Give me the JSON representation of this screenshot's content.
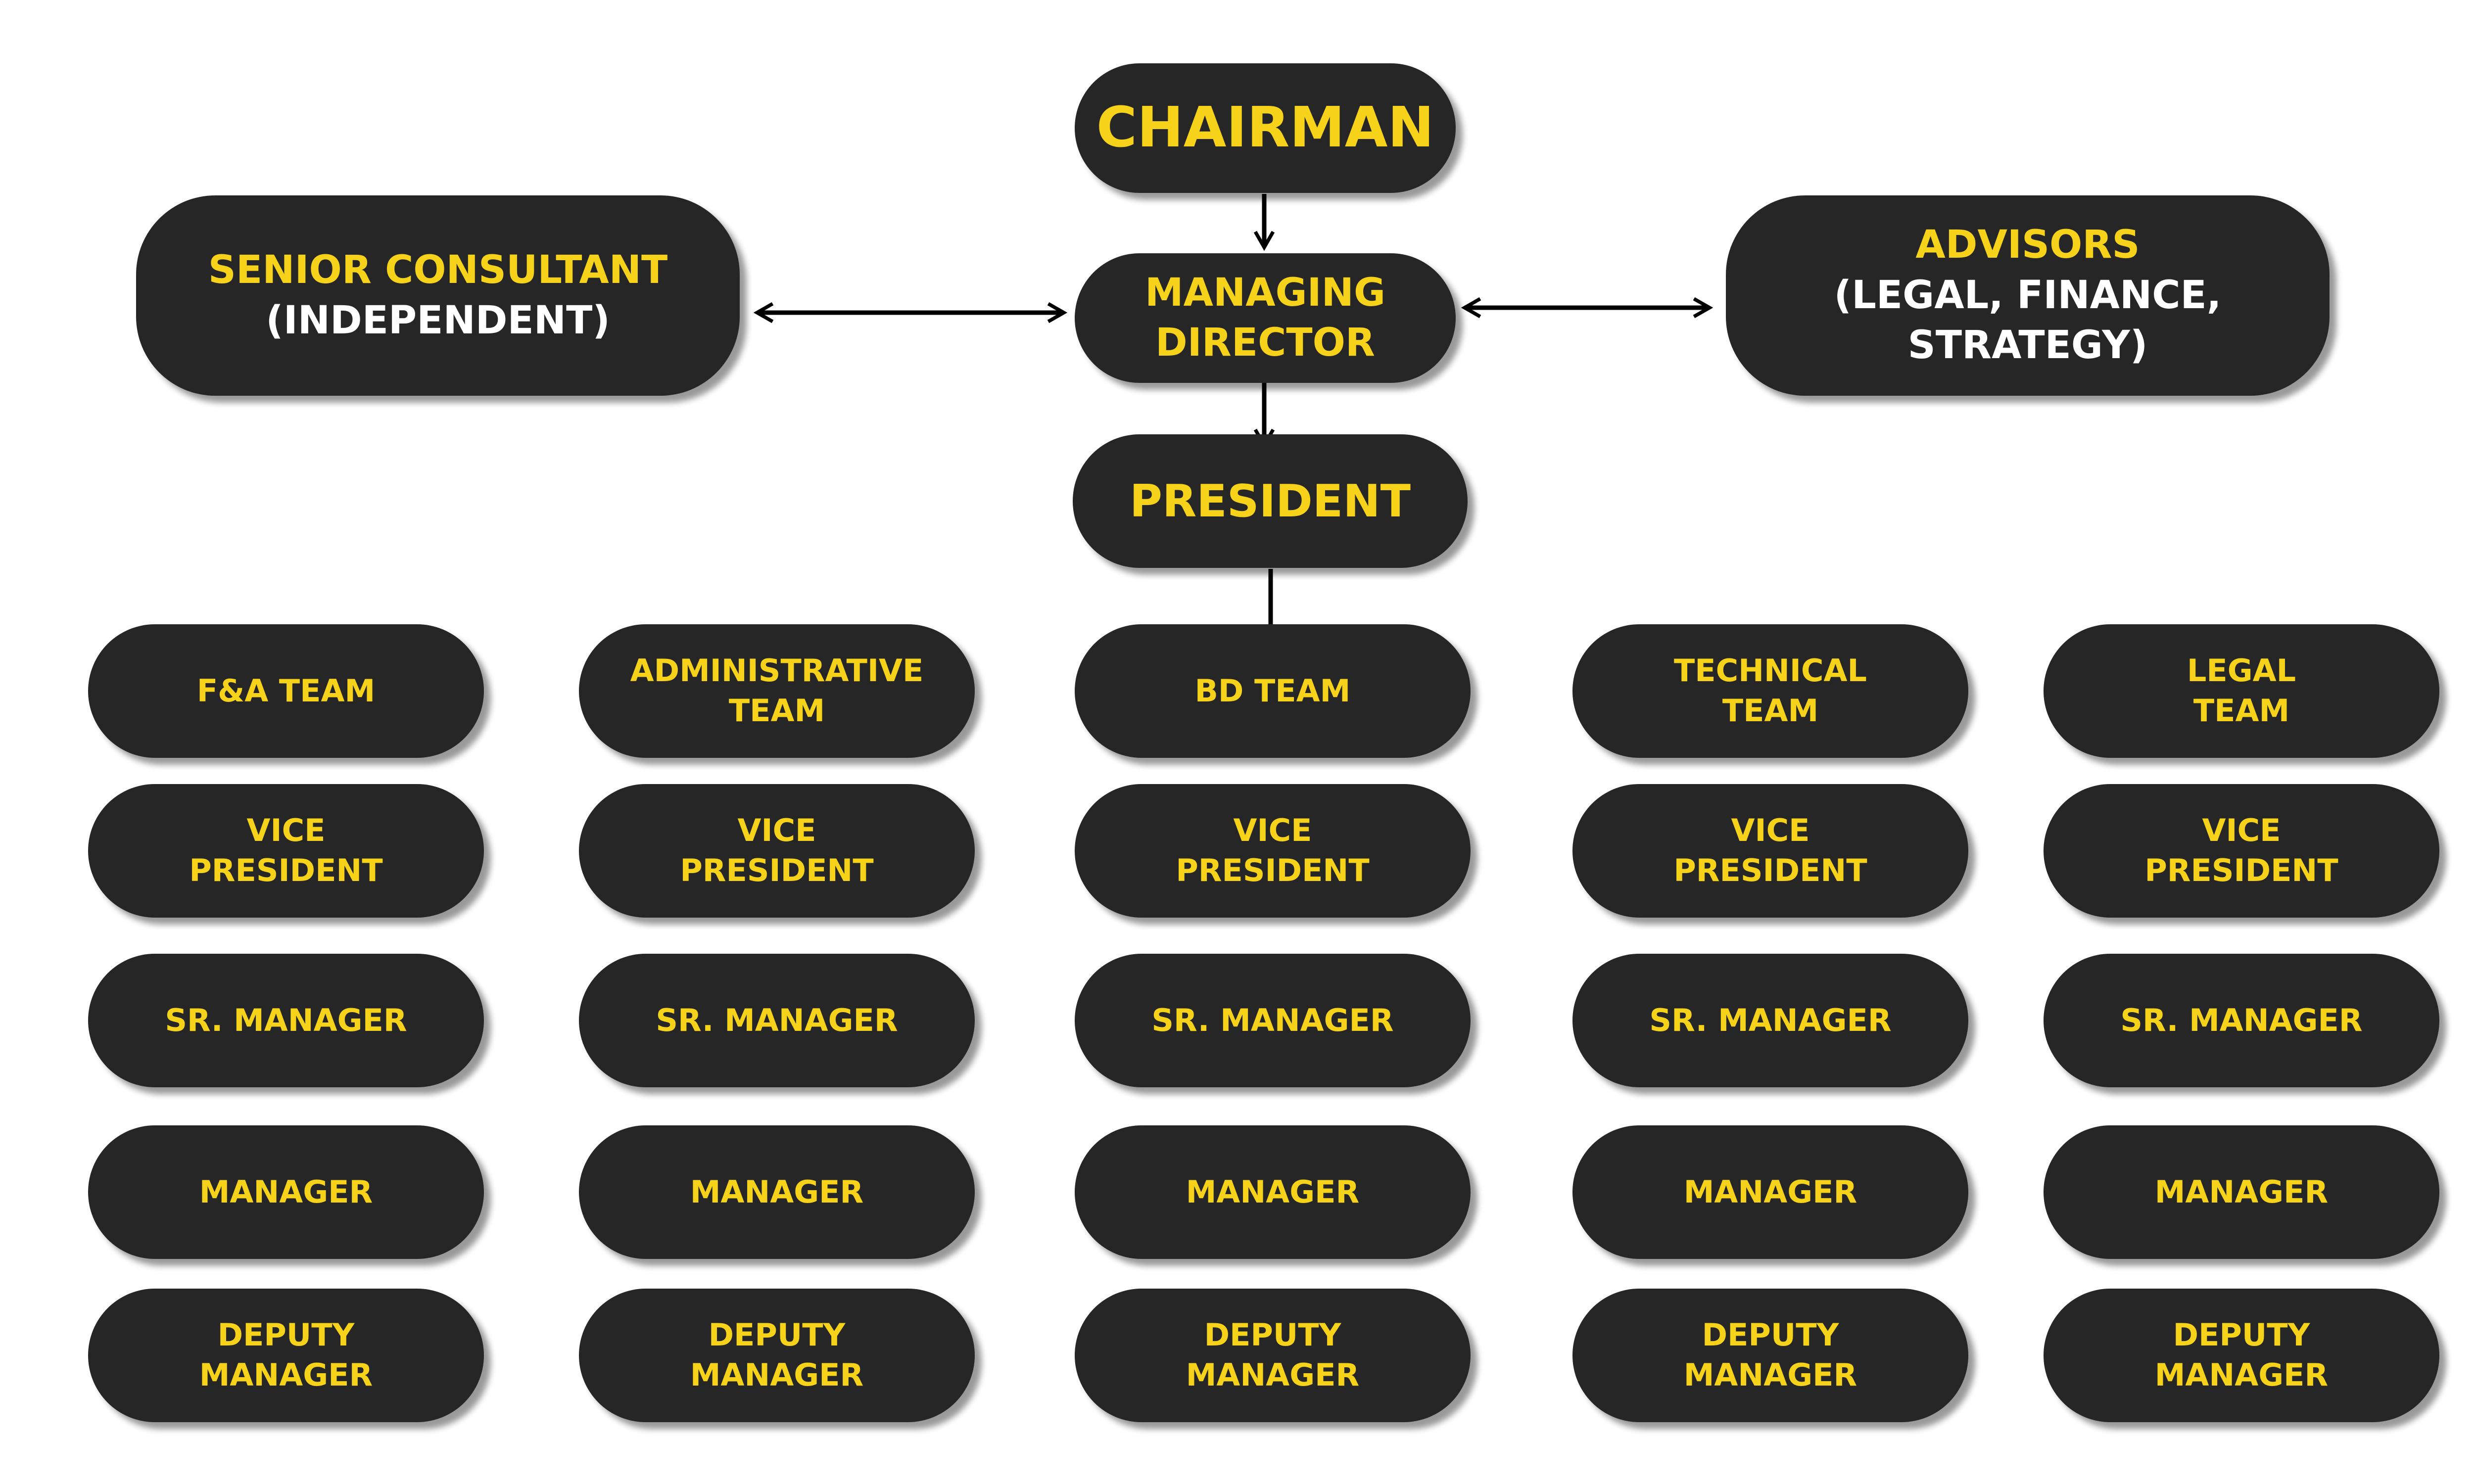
{
  "top": {
    "chairman": "CHAIRMAN",
    "managing_director": [
      "MANAGING",
      "DIRECTOR"
    ],
    "president": "PRESIDENT",
    "senior_consultant": {
      "title": "SENIOR CONSULTANT",
      "sub": "(INDEPENDENT)"
    },
    "advisors": {
      "title": "ADVISORS",
      "sub": [
        "(LEGAL, FINANCE,",
        "STRATEGY)"
      ]
    }
  },
  "columns": [
    {
      "team": [
        "F&A TEAM"
      ],
      "roles": [
        [
          "VICE",
          "PRESIDENT"
        ],
        [
          "SR. MANAGER"
        ],
        [
          "MANAGER"
        ],
        [
          "DEPUTY",
          "MANAGER"
        ]
      ]
    },
    {
      "team": [
        "ADMINISTRATIVE",
        "TEAM"
      ],
      "roles": [
        [
          "VICE",
          "PRESIDENT"
        ],
        [
          "SR. MANAGER"
        ],
        [
          "MANAGER"
        ],
        [
          "DEPUTY",
          "MANAGER"
        ]
      ]
    },
    {
      "team": [
        "BD  TEAM"
      ],
      "roles": [
        [
          "VICE",
          "PRESIDENT"
        ],
        [
          "SR. MANAGER"
        ],
        [
          "MANAGER"
        ],
        [
          "DEPUTY",
          "MANAGER"
        ]
      ]
    },
    {
      "team": [
        "TECHNICAL",
        "TEAM"
      ],
      "roles": [
        [
          "VICE",
          "PRESIDENT"
        ],
        [
          "SR. MANAGER"
        ],
        [
          "MANAGER"
        ],
        [
          "DEPUTY",
          "MANAGER"
        ]
      ]
    },
    {
      "team": [
        "LEGAL",
        "TEAM"
      ],
      "roles": [
        [
          "VICE",
          "PRESIDENT"
        ],
        [
          "SR. MANAGER"
        ],
        [
          "MANAGER"
        ],
        [
          "DEPUTY",
          "MANAGER"
        ]
      ]
    }
  ]
}
